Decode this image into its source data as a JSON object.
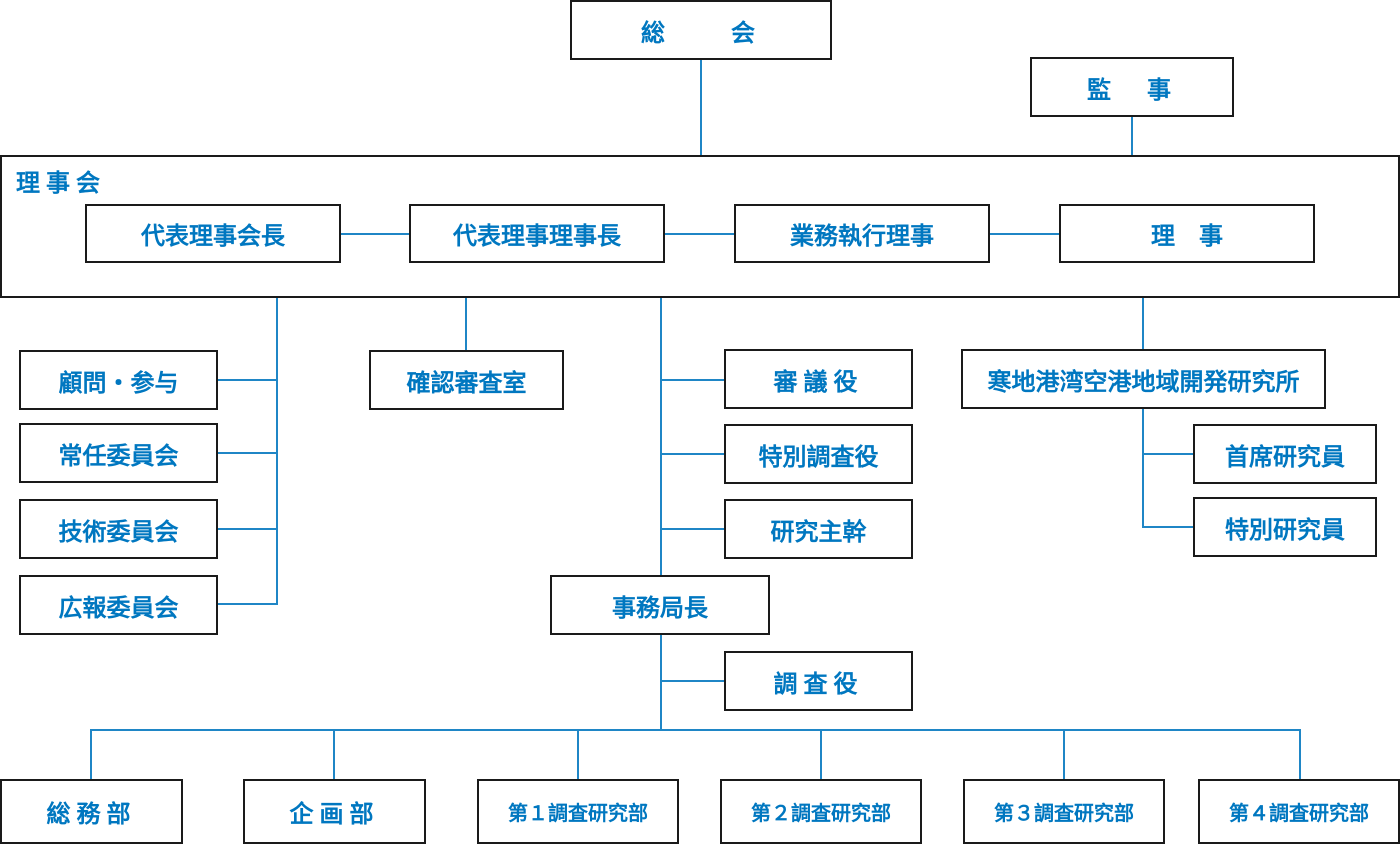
{
  "general_assembly": "総　　会",
  "auditor": "監　事",
  "board": {
    "label": "理事会",
    "members": [
      "代表理事会長",
      "代表理事理事長",
      "業務執行理事",
      "理　事"
    ]
  },
  "left_group": [
    "顧問・参与",
    "常任委員会",
    "技術委員会",
    "広報委員会"
  ],
  "review_office": "確認審査室",
  "center_group": [
    "審議役",
    "特別調査役",
    "研究主幹"
  ],
  "institute": {
    "name": "寒地港湾空港地域開発研究所",
    "staff": [
      "首席研究員",
      "特別研究員"
    ]
  },
  "secretariat": {
    "head": "事務局長",
    "investigator": "調査役",
    "departments": [
      "総務部",
      "企画部",
      "第１調査研究部",
      "第２調査研究部",
      "第３調査研究部",
      "第４調査研究部"
    ]
  },
  "colors": {
    "text": "#0077c0",
    "line": "#1f86c6",
    "border": "#1a1a1a"
  }
}
